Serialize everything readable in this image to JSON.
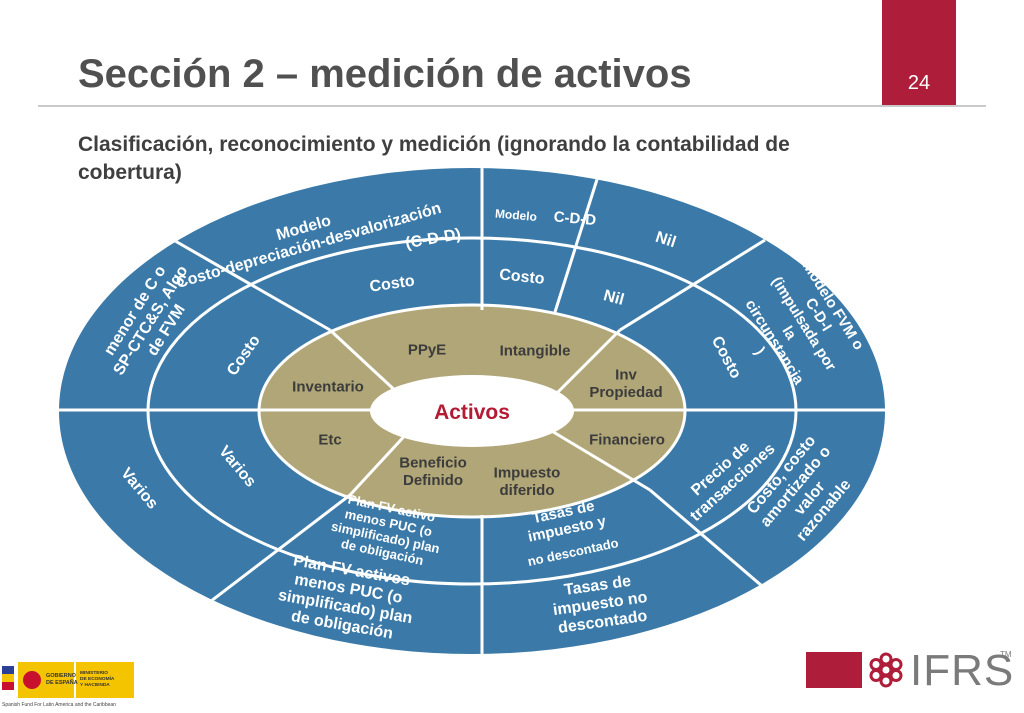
{
  "header": {
    "page_number": "24",
    "title": "Sección 2 – medición de activos",
    "subtitle": "Clasificación, reconocimiento y medición (ignorando la contabilidad de cobertura)"
  },
  "diagram": {
    "center_label": "Activos",
    "colors": {
      "outer": "#3b7aa8",
      "inner": "#b0a677",
      "center": "#ffffff",
      "center_text": "#b31b34",
      "divider": "#ffffff",
      "text_light": "#ffffff",
      "text_dark": "#3c3c3c"
    },
    "inner_ring": [
      {
        "label": "PPyE"
      },
      {
        "label": "Intangible"
      },
      {
        "label": "Inv Propiedad"
      },
      {
        "label": "Financiero"
      },
      {
        "label": "Impuesto diferido"
      },
      {
        "label": "Beneficio Definido"
      },
      {
        "label": "Etc"
      },
      {
        "label": "Inventario"
      }
    ],
    "middle_ring": [
      {
        "label": "Costo"
      },
      {
        "label": "Costo"
      },
      {
        "label": "Nil"
      },
      {
        "label": "Costo"
      },
      {
        "label": "Precio de transacciones"
      },
      {
        "label": "Tasas de impuesto y"
      },
      {
        "label": "no descontado"
      },
      {
        "label": "Plan FV activo menos PUC (o simplificado) plan de obligación"
      },
      {
        "label": "Varios"
      },
      {
        "label": "Costo"
      }
    ],
    "outer_ring": [
      {
        "label": "Modelo Costo-depreciación-desvalorización"
      },
      {
        "label": "(C-D-D)"
      },
      {
        "label": "Modelo"
      },
      {
        "label": "C-D-D"
      },
      {
        "label": "Nil"
      },
      {
        "label": "Modelo FVM o C-D-I (impulsada por la circunstancia )"
      },
      {
        "label": "Costo, costo amortizado o valor razonable"
      },
      {
        "label": "Tasas de impuesto no descontado"
      },
      {
        "label": "Plan FV activos menos PUC (o simplificado) plan de obligación"
      },
      {
        "label": "Varios"
      },
      {
        "label": "menor de C o SP-CTC&S, Algo de FVM"
      }
    ]
  },
  "footer": {
    "brand_text": "IFRS",
    "trademark": "TM",
    "spain_logo": {
      "line1": "GOBIERNO DE ESPAÑA",
      "line2": "MINISTERIO DE ECONOMÍA Y HACIENDA",
      "caption": "Spanish Fund For Latin America and the Caribbean"
    }
  }
}
